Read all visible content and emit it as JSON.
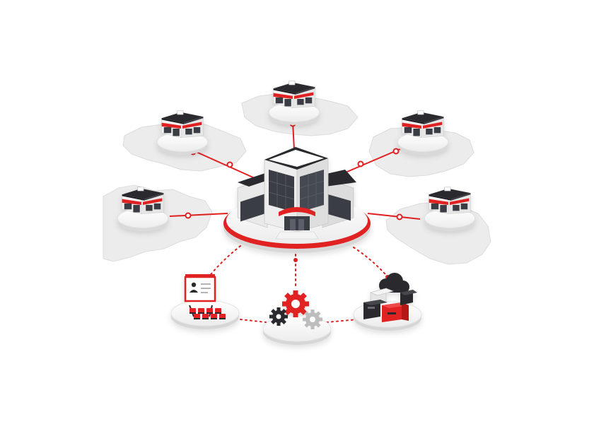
{
  "diagram": {
    "hub": {
      "icon": "headquarters-building-icon"
    },
    "branches": [
      {
        "icon": "store-icon",
        "region": "map-region"
      },
      {
        "icon": "store-icon",
        "region": "map-region"
      },
      {
        "icon": "store-icon",
        "region": "map-region"
      },
      {
        "icon": "store-icon",
        "region": "map-region"
      },
      {
        "icon": "store-icon",
        "region": "map-region"
      }
    ],
    "services": [
      {
        "icon": "training-presentation-icon"
      },
      {
        "icon": "gears-icon"
      },
      {
        "icon": "cloud-storage-boxes-icon"
      }
    ]
  },
  "colors": {
    "accent": "#e02020",
    "dark": "#2b2b2f",
    "map": "#ececec",
    "map_edge": "#d6d6d6",
    "platform": "#f4f4f4",
    "platform_side": "#d9d9d9",
    "glass": "#3a3d44"
  }
}
